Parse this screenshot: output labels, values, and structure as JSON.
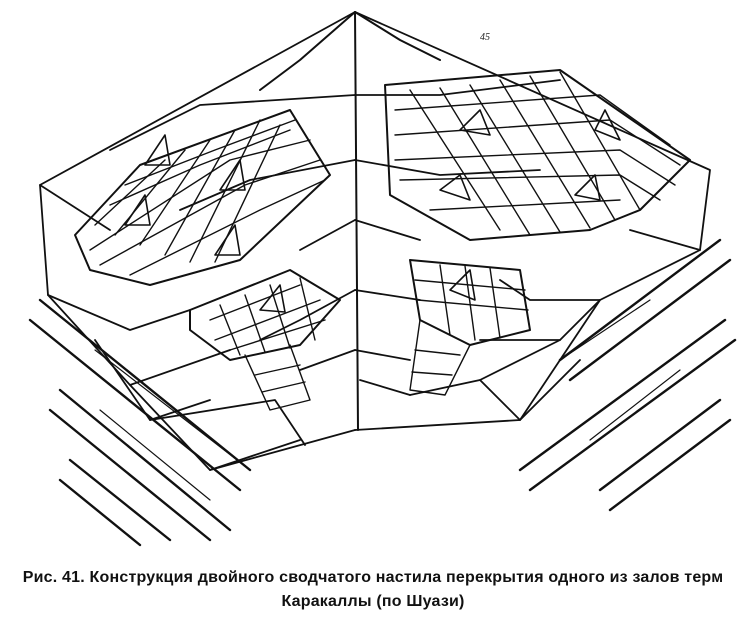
{
  "figure": {
    "page_mark": "45",
    "caption_line1": "Рис. 41. Конструкция двойного сводчатого настила перекрытия одного из залов терм",
    "caption_line2": "Каракаллы (по Шуази)"
  }
}
